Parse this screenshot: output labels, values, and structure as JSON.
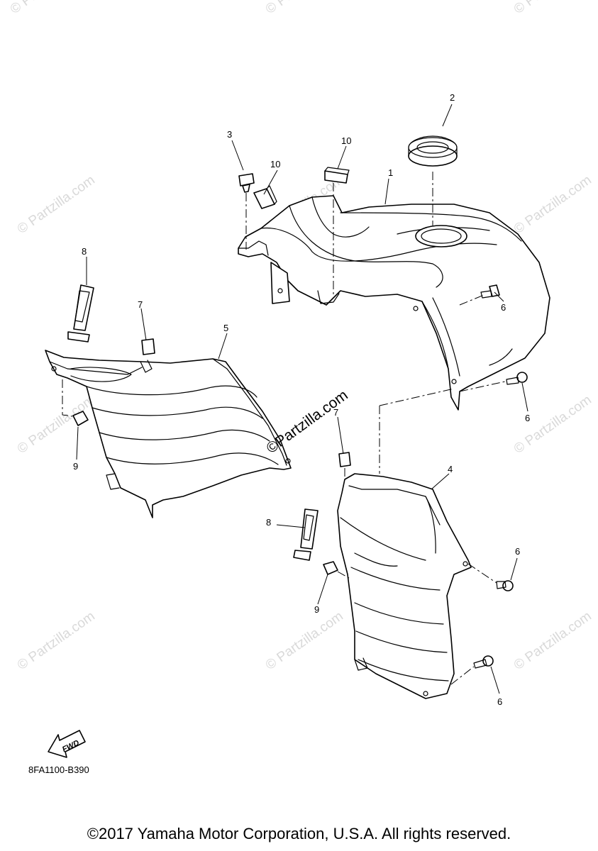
{
  "watermark": {
    "text": "© Partzilla.com",
    "main_text": "©Partzilla.com",
    "color": "#d9d9d9"
  },
  "callouts": {
    "c1": "1",
    "c2": "2",
    "c3": "3",
    "c4": "4",
    "c5": "5",
    "c6a": "6",
    "c6b": "6",
    "c6c": "6",
    "c6d": "6",
    "c7a": "7",
    "c7b": "7",
    "c8a": "8",
    "c8b": "8",
    "c9a": "9",
    "c9b": "9",
    "c10a": "10",
    "c10b": "10"
  },
  "fwd_label": "FWD",
  "diagram_code": "8FA1100-B390",
  "copyright": "©2017 Yamaha Motor Corporation, U.S.A. All rights reserved."
}
